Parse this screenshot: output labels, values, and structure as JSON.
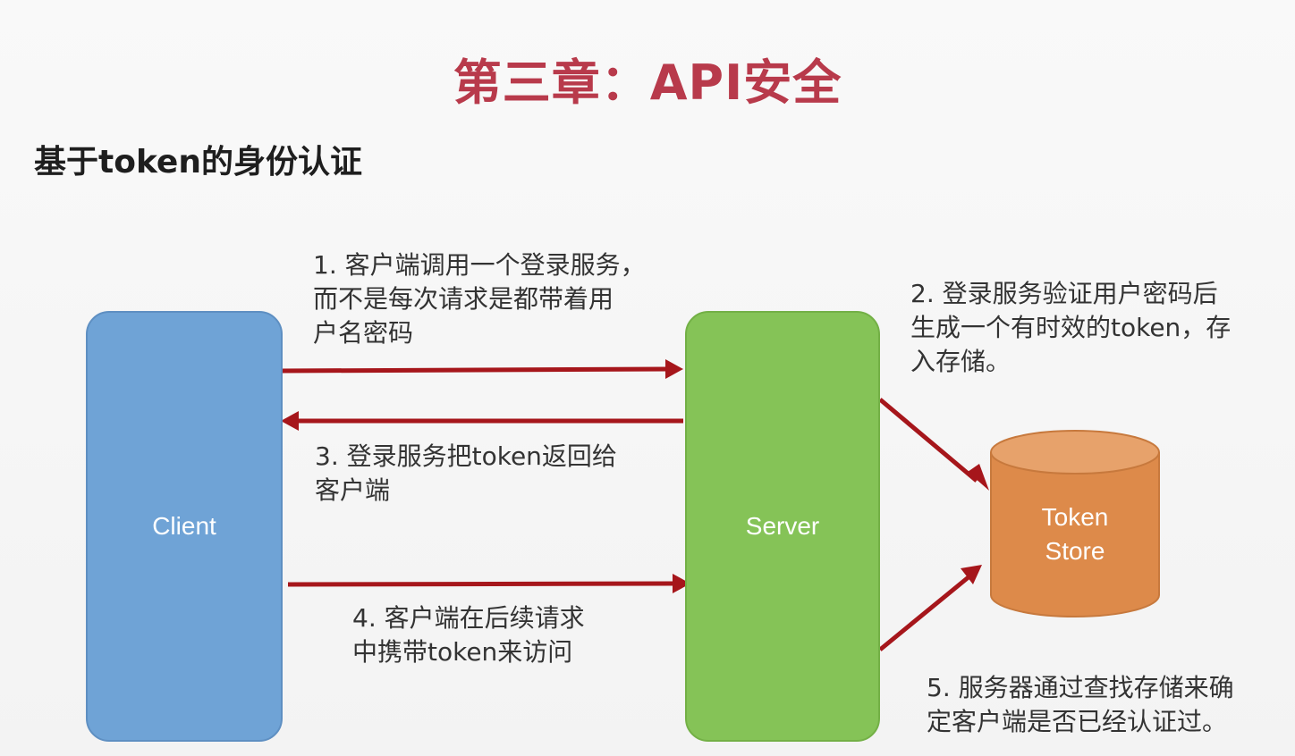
{
  "title": "第三章：API安全",
  "subtitle": "基于token的身份认证",
  "nodes": {
    "client": "Client",
    "server": "Server",
    "token_store_line1": "Token",
    "token_store_line2": "Store"
  },
  "steps": {
    "step1": "1. 客户端调用一个登录服务，\n而不是每次请求是都带着用\n户名密码",
    "step2": "2. 登录服务验证用户密码后\n生成一个有时效的token，存\n入存储。",
    "step3": "3. 登录服务把token返回给\n客户端",
    "step4": "4. 客户端在后续请求\n中携带token来访问",
    "step5": "5. 服务器通过查找存储来确\n定客户端是否已经认证过。"
  },
  "colors": {
    "title": "#b83a4b",
    "client": "#6fa3d6",
    "server": "#85c357",
    "store": "#dd8a4a",
    "arrow": "#a6161b"
  }
}
